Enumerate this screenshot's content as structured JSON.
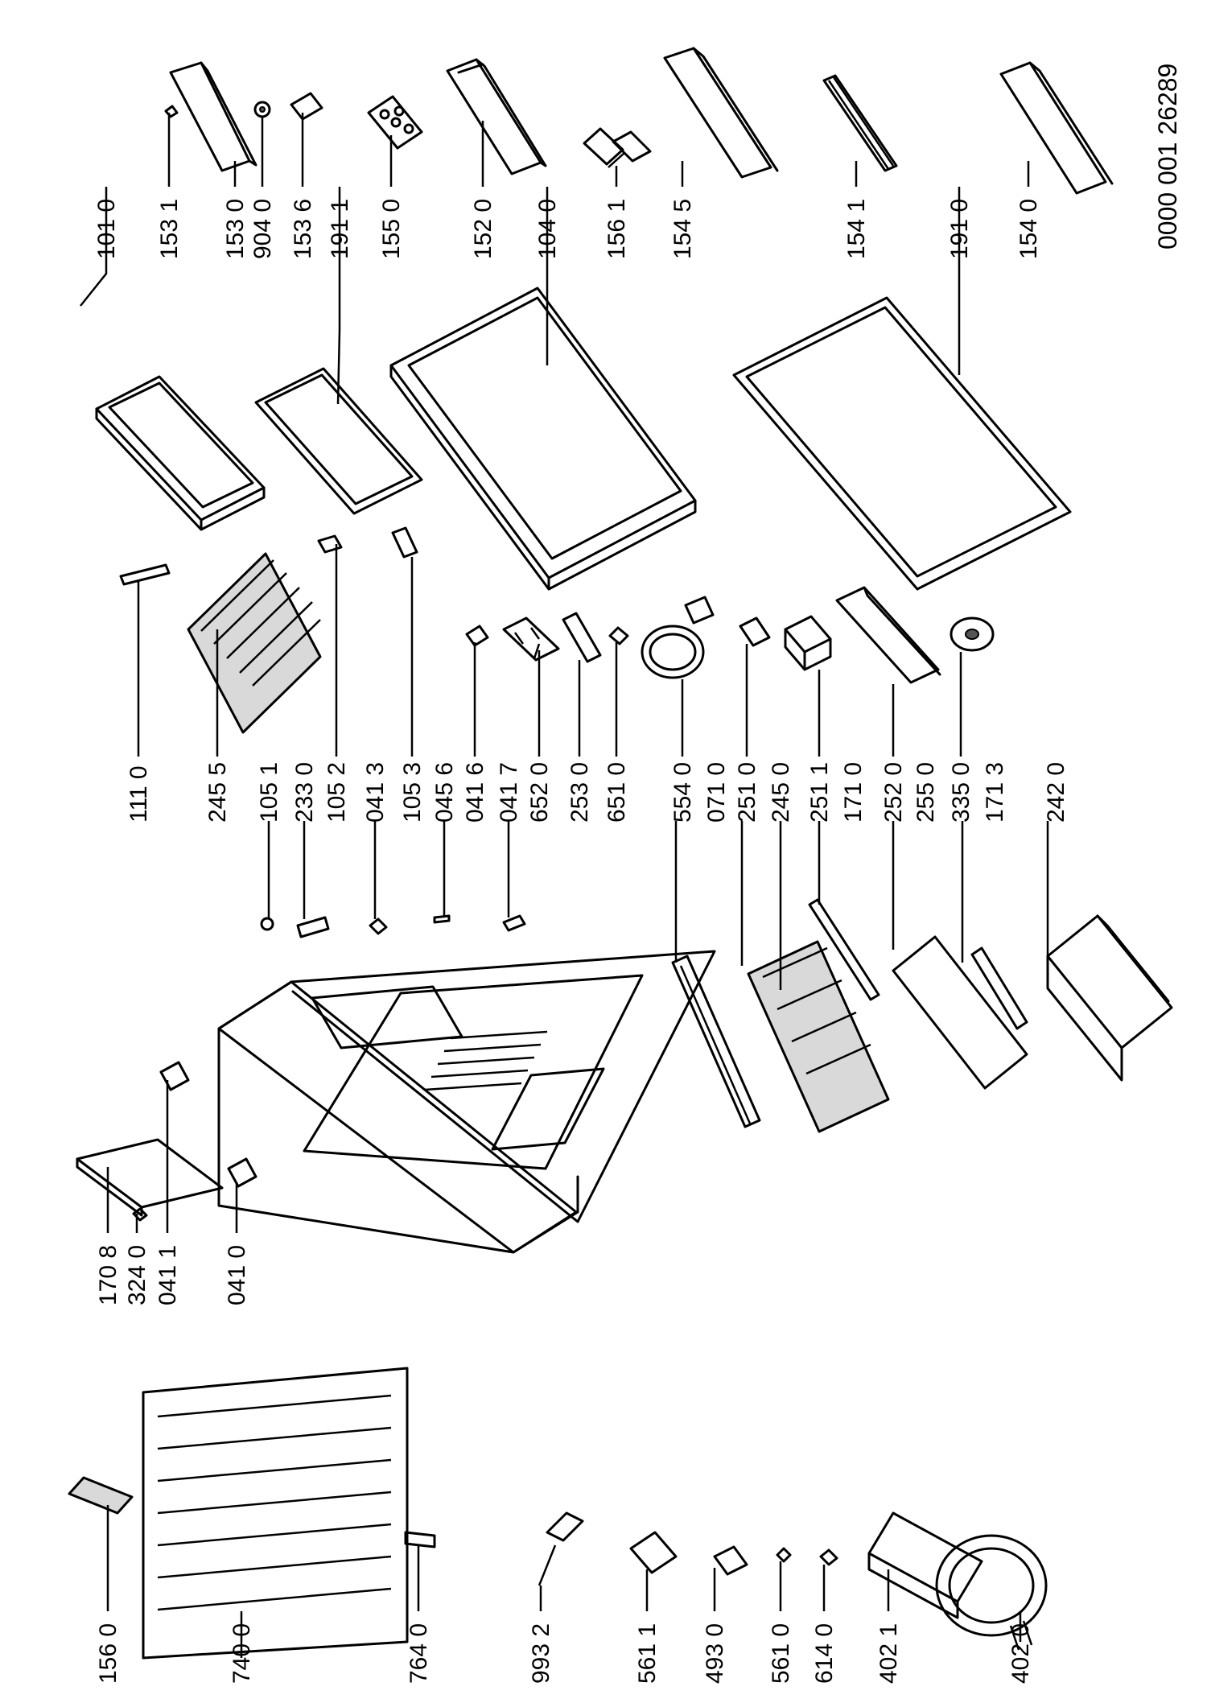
{
  "document_number": "0000 001 26289",
  "labels": [
    "101 0",
    "153 1",
    "153 0",
    "904 0",
    "153 6",
    "191 1",
    "155 0",
    "152 0",
    "104 0",
    "156 1",
    "154 5",
    "154 1",
    "191 0",
    "154 0",
    "111 0",
    "245 5",
    "105 1",
    "233 0",
    "105 2",
    "041 3",
    "105 3",
    "045 6",
    "041 6",
    "041 7",
    "652 0",
    "253 0",
    "651 0",
    "554 0",
    "071 0",
    "251 0",
    "245 0",
    "251 1",
    "171 0",
    "252 0",
    "255 0",
    "335 0",
    "171 3",
    "242 0",
    "170 8",
    "324 0",
    "041 1",
    "041 0",
    "156 0",
    "740 0",
    "764 0",
    "993 2",
    "561 1",
    "493 0",
    "561 0",
    "614 0",
    "402 1",
    "402 0"
  ]
}
